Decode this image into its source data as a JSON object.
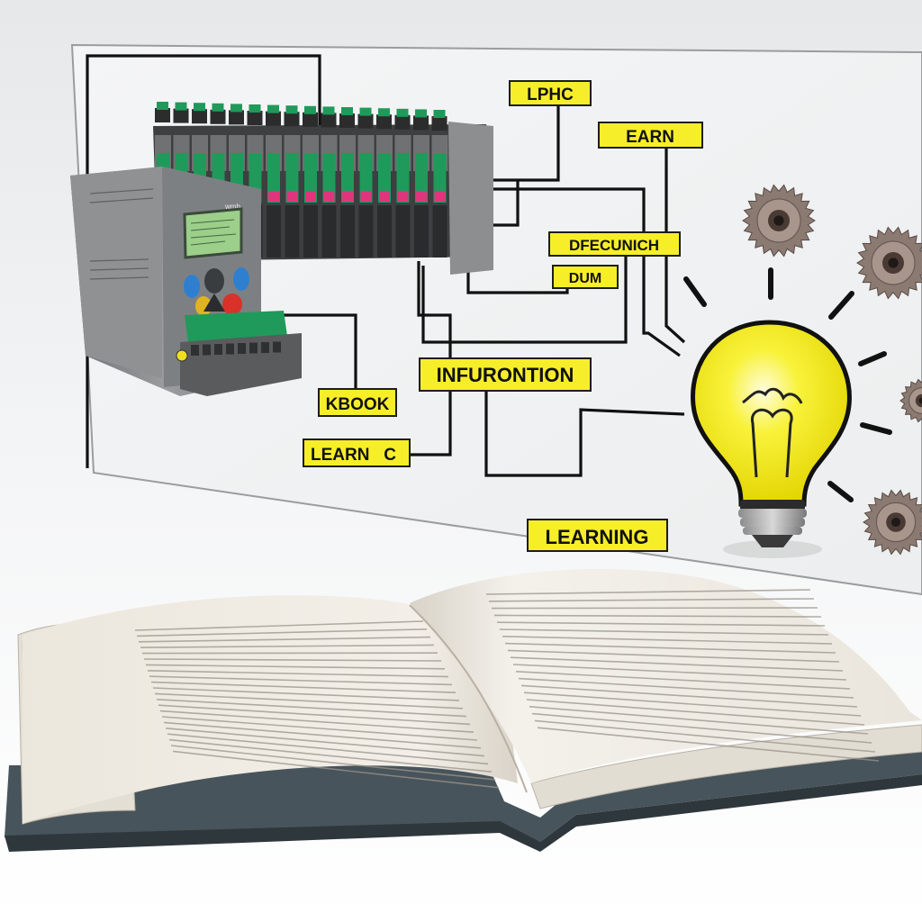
{
  "labels": {
    "lphc": "LPHC",
    "earn": "EARN",
    "dfecunich": "DFECUNICH",
    "dum": "DUM",
    "infurontion": "INFURONTION",
    "kbook": "KBOOK",
    "learn_c": "LEARN   C",
    "learning": "LEARNING"
  },
  "plc_device": {
    "brand_text": "wmb"
  },
  "colors": {
    "label_fill": "#f7ee2a",
    "bulb_yellow": "#f5ef1c",
    "terminal_green": "#1f9a5a",
    "module_pink": "#e0357d",
    "device_gray": "#8a8c8e",
    "screen_green": "#9ccf8a",
    "board_background": "#f2f3f4",
    "book_cover": "#4b5860",
    "page_cream": "#f1ece3"
  },
  "icons": [
    "light-bulb-icon",
    "gear-icon",
    "plc-controller-icon",
    "open-book-icon"
  ]
}
